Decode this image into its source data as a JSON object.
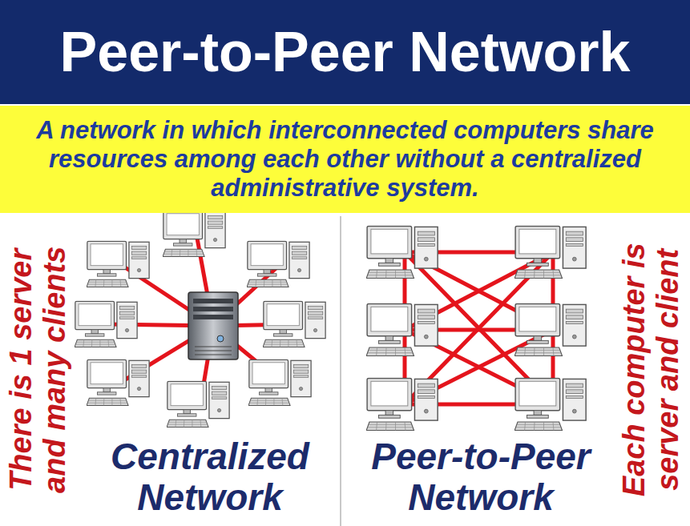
{
  "diagram": {
    "title": "Peer-to-Peer Network",
    "nodes": [
      {
        "text": [
          "A network in which interconnected computers share resources among each other without a centralized administrative system."
        ]
      }
    ],
    "labels": [
      "There is 1 server and many clients",
      "Each computer is server and client",
      "Centralized Network",
      "Peer-to-Peer Network"
    ]
  }
}
